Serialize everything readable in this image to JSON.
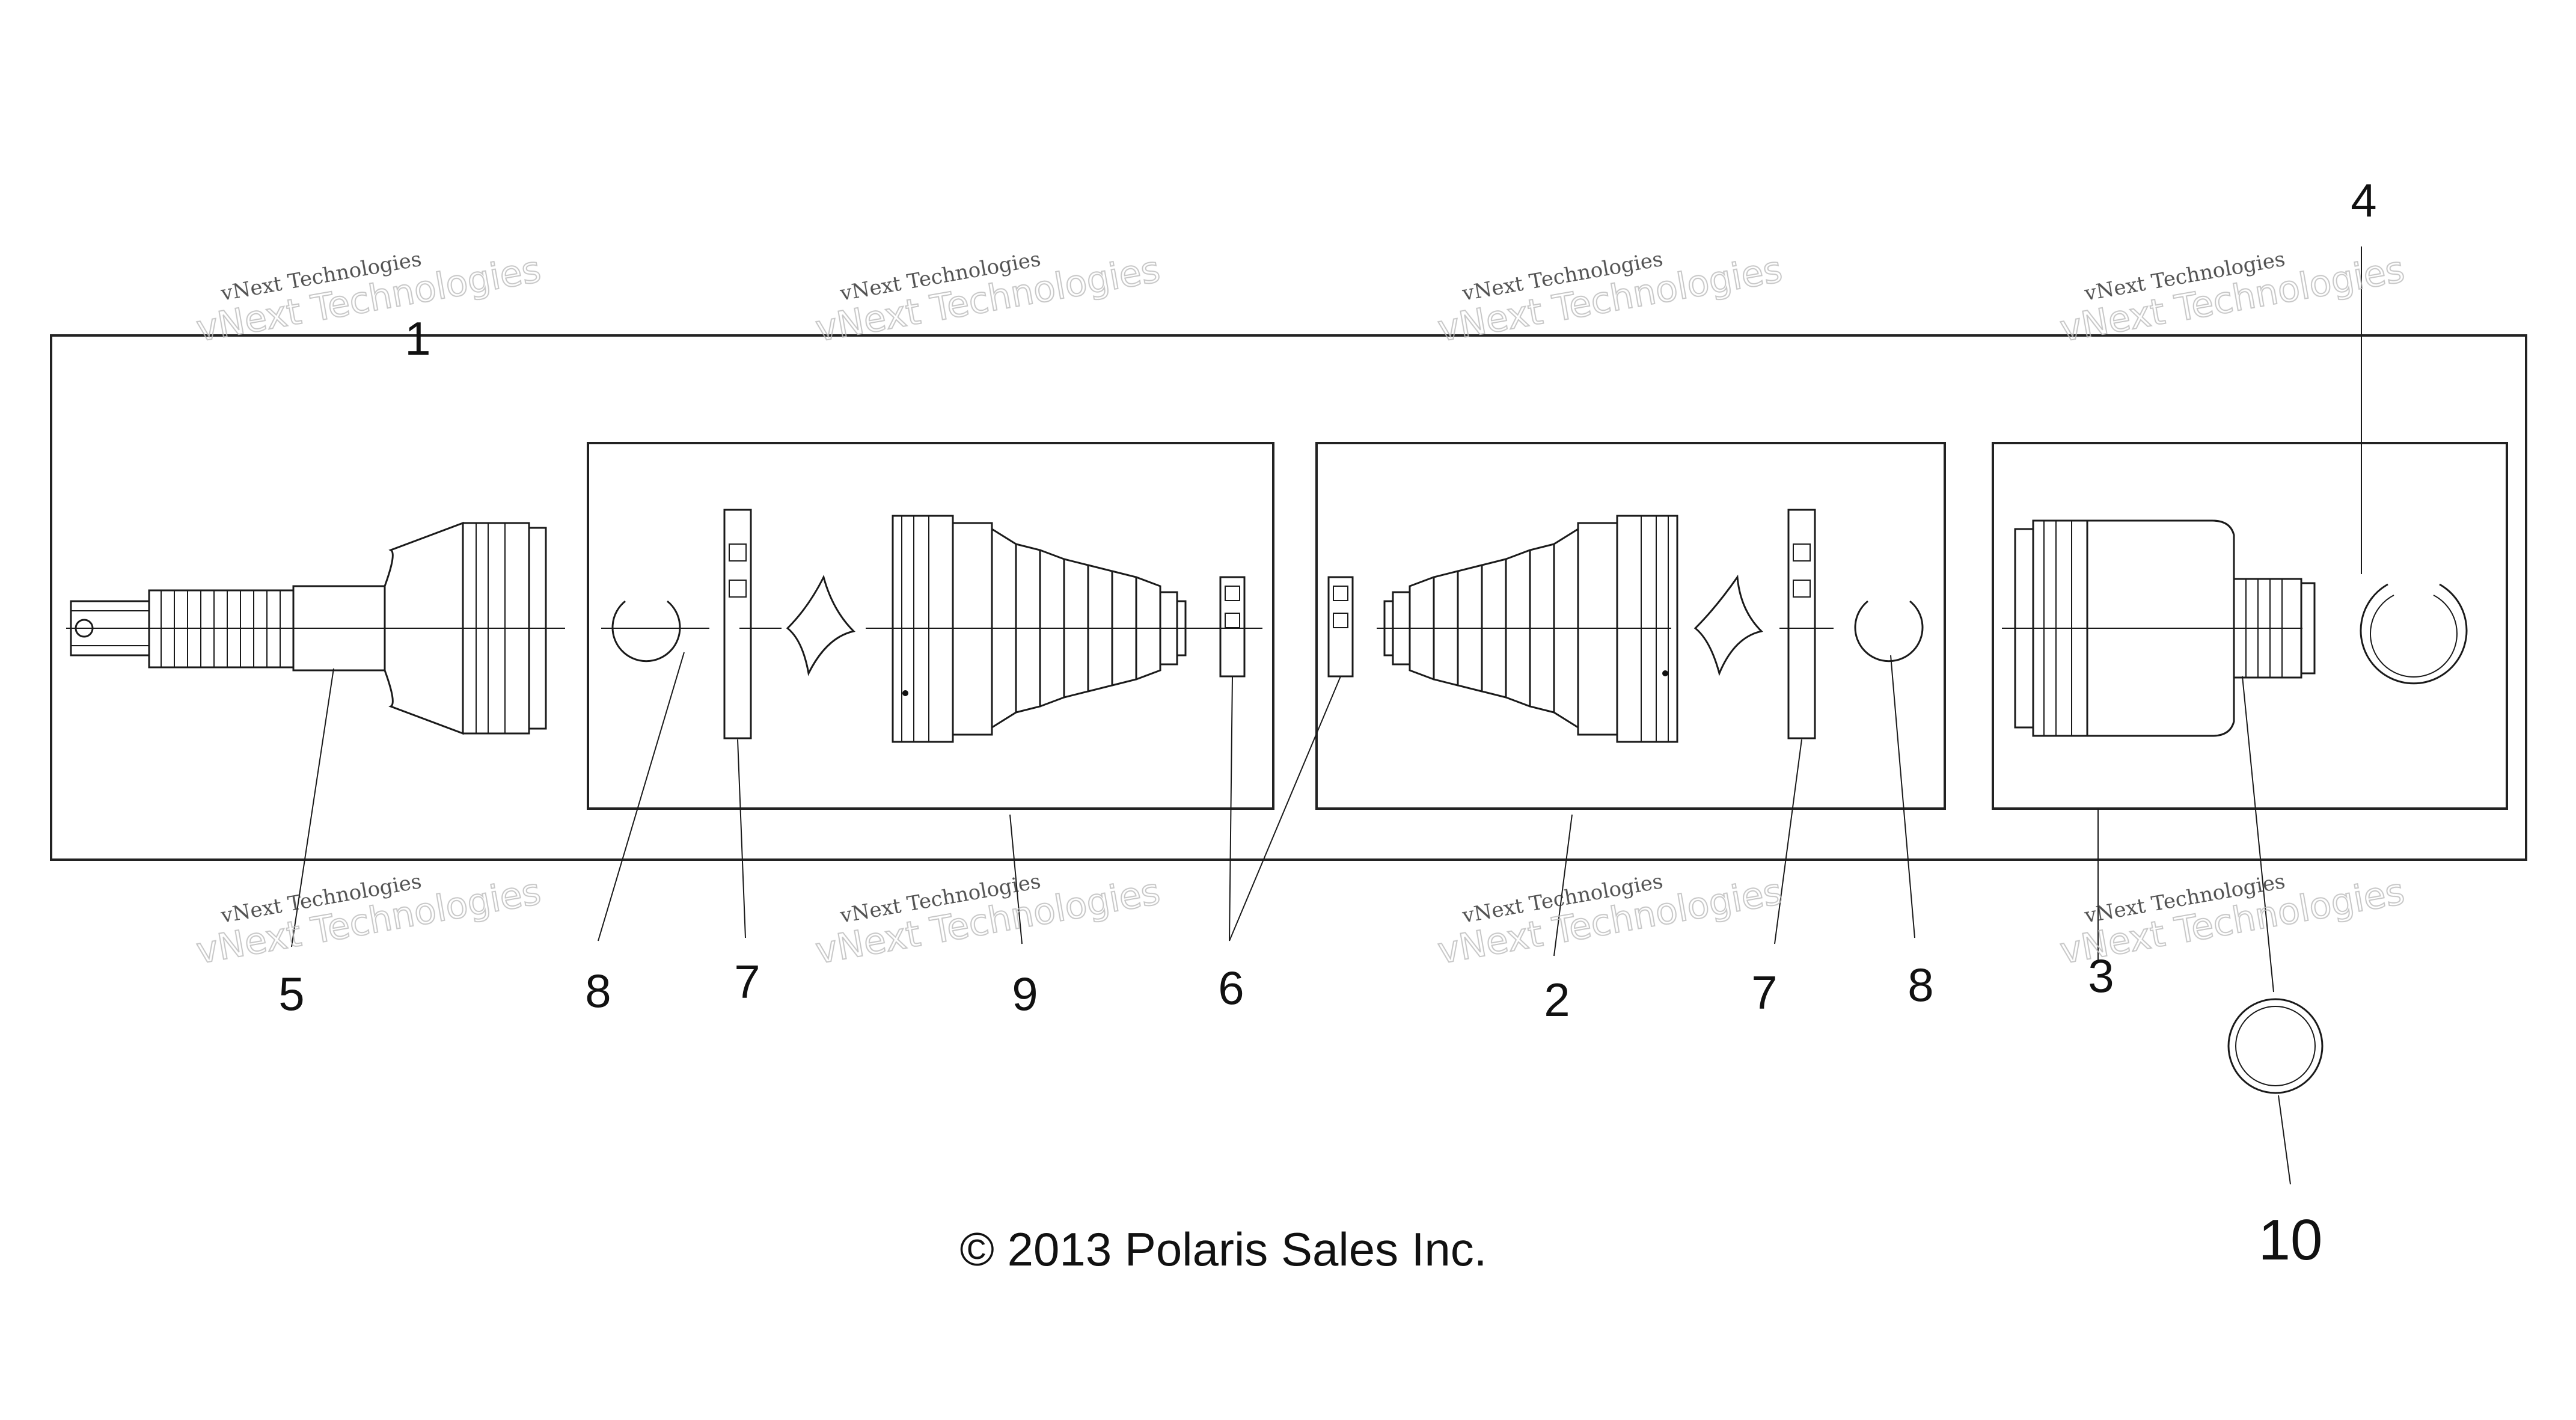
{
  "diagram": {
    "callouts": [
      {
        "id": "1",
        "label": "1"
      },
      {
        "id": "2",
        "label": "2"
      },
      {
        "id": "3",
        "label": "3"
      },
      {
        "id": "4",
        "label": "4"
      },
      {
        "id": "5",
        "label": "5"
      },
      {
        "id": "6",
        "label": "6"
      },
      {
        "id": "7a",
        "label": "7"
      },
      {
        "id": "7b",
        "label": "7"
      },
      {
        "id": "8a",
        "label": "8"
      },
      {
        "id": "8b",
        "label": "8"
      },
      {
        "id": "9",
        "label": "9"
      },
      {
        "id": "10",
        "label": "10"
      }
    ],
    "copyright": "© 2013 Polaris Sales Inc.",
    "watermark": {
      "line1": "vNext Technologies",
      "line2": "vNext Technologies"
    }
  }
}
